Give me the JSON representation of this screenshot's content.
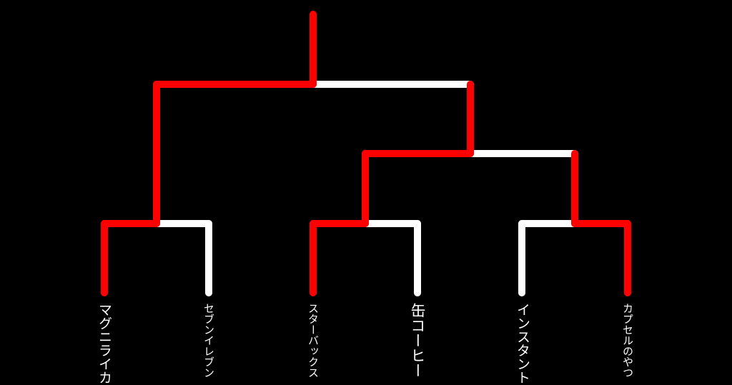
{
  "colors": {
    "background": "#000000",
    "winner": "#ff0000",
    "loser": "#ffffff"
  },
  "entrants": [
    {
      "id": "maguniraika",
      "label": "マグニライカ"
    },
    {
      "id": "seven-eleven",
      "label": "セブンイレブン"
    },
    {
      "id": "starbucks",
      "label": "スターバックス"
    },
    {
      "id": "canned-coffee",
      "label": "缶コーヒー"
    },
    {
      "id": "instant",
      "label": "インスタント"
    },
    {
      "id": "capsule",
      "label": "カプセルのやつ"
    }
  ],
  "winners": {
    "round1_match1": "maguniraika",
    "round1_match2": "starbucks",
    "round1_match3": "capsule",
    "semifinal": "starbucks",
    "final": "maguniraika"
  }
}
